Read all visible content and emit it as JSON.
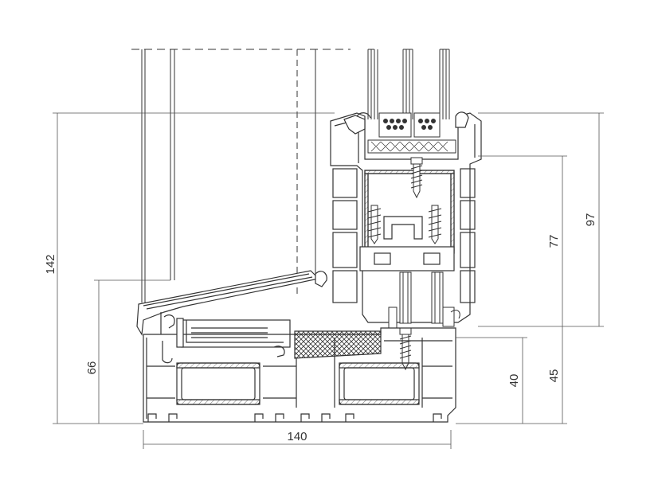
{
  "drawing": {
    "dimensions": {
      "overall_height": "142",
      "sill_height": "66",
      "width": "140",
      "sash_height": "97",
      "glass_rebate": "77",
      "frame_depth": "45",
      "frame_base": "40"
    },
    "colors": {
      "line": "#333333",
      "dim_line": "#555555",
      "hatch": "#333333",
      "background": "#ffffff"
    }
  }
}
